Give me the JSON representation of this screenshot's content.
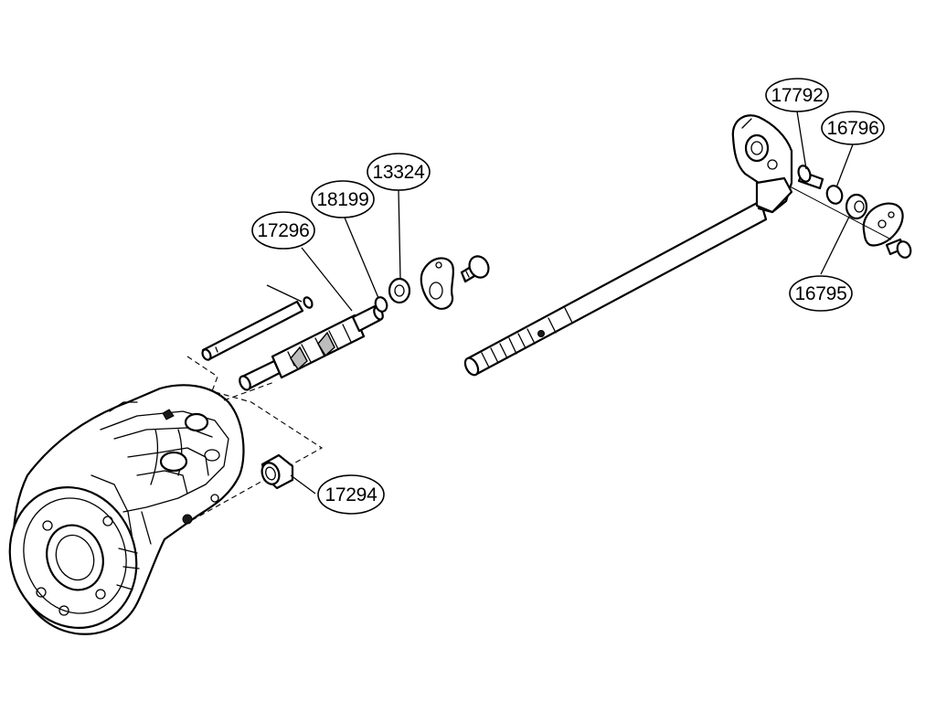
{
  "parts": [
    {
      "id": "p17792",
      "number": "17792"
    },
    {
      "id": "p16796",
      "number": "16796"
    },
    {
      "id": "p16795",
      "number": "16795"
    },
    {
      "id": "p13324",
      "number": "13324"
    },
    {
      "id": "p18199",
      "number": "18199"
    },
    {
      "id": "p17296",
      "number": "17296"
    },
    {
      "id": "p17294",
      "number": "17294"
    }
  ]
}
